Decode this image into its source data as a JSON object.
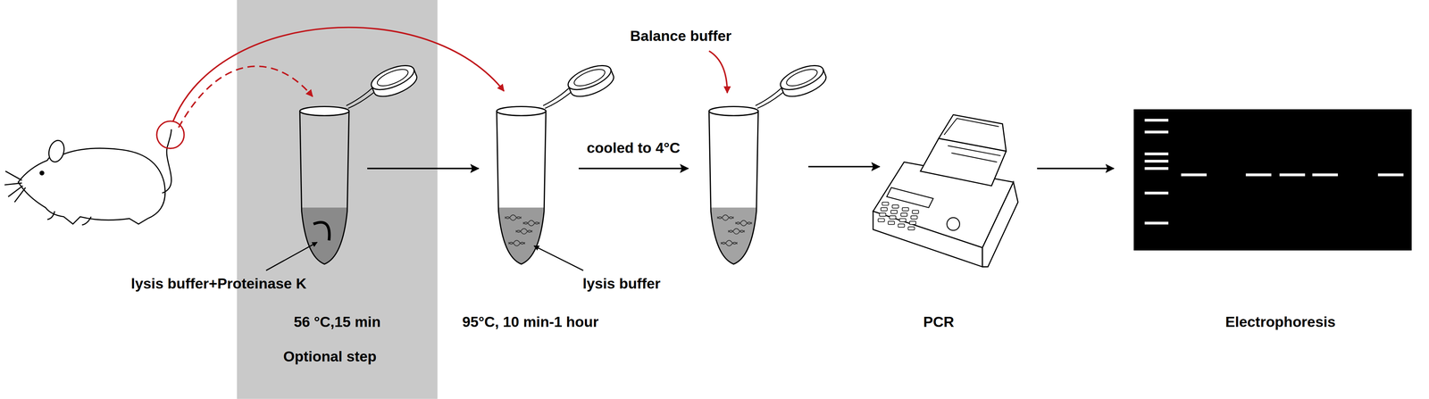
{
  "diagram": {
    "nodes": [
      {
        "text": [
          "56 °C,15 min",
          "Optional step"
        ]
      },
      {
        "text": [
          "lysis buffer+Proteinase K"
        ],
        "in": 0
      },
      {
        "text": [
          "95°C, 10 min-1 hour",
          "lysis buffer"
        ]
      },
      {
        "text": [
          "Balance buffer"
        ]
      },
      {
        "text": [
          "PCR"
        ]
      },
      {
        "text": [
          "Electrophoresis"
        ]
      }
    ],
    "edges": [
      {
        "from": 1,
        "to": 2,
        "arrow": "to"
      },
      {
        "from": 2,
        "to": 3,
        "label": "cooled to 4°C",
        "arrow": "to"
      },
      {
        "from": 3,
        "to": 4,
        "arrow": "to"
      },
      {
        "from": 4,
        "to": 5,
        "arrow": "to"
      }
    ]
  }
}
